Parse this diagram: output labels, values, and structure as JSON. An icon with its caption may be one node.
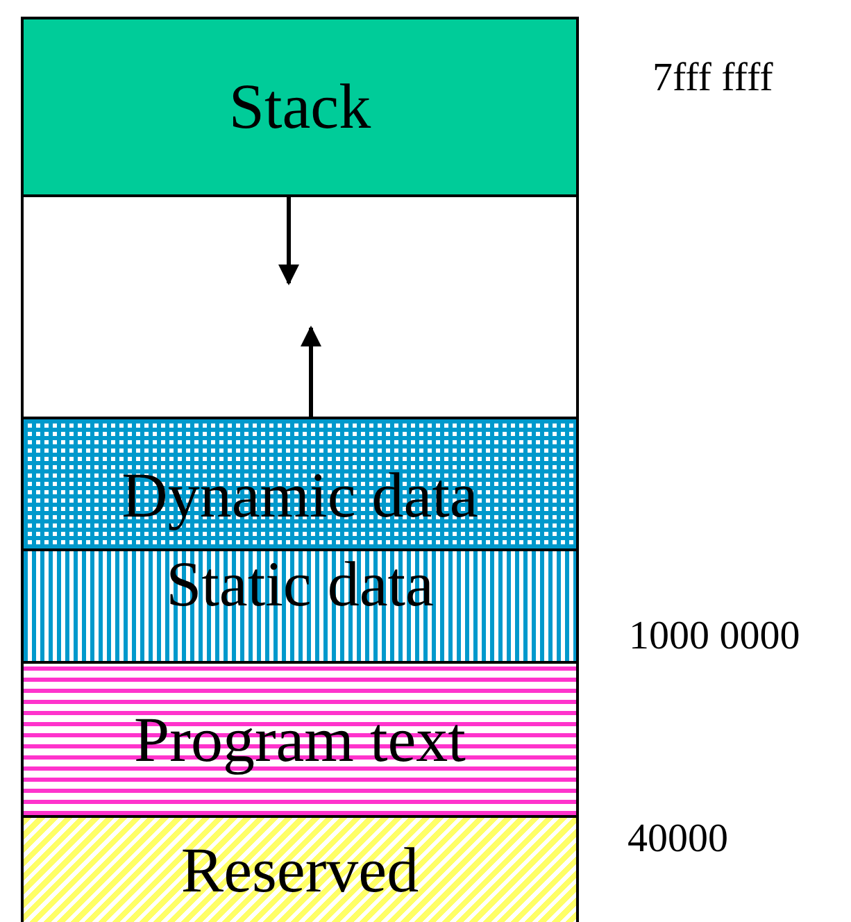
{
  "diagram": {
    "nodes": [
      {
        "text": [
          "Stack"
        ]
      },
      {
        "text": [],
        "shape": "box"
      },
      {
        "text": [
          "Dynamic data"
        ]
      },
      {
        "text": [
          "Static data"
        ]
      },
      {
        "text": [
          "Program text"
        ]
      },
      {
        "text": [
          "Reserved"
        ]
      }
    ],
    "edges": [
      {
        "from": 0,
        "to": 1,
        "arrow": "to"
      },
      {
        "from": 2,
        "to": 1,
        "arrow": "to"
      }
    ],
    "labels": [
      "7fff ffff",
      "1000 0000",
      "40000"
    ]
  }
}
